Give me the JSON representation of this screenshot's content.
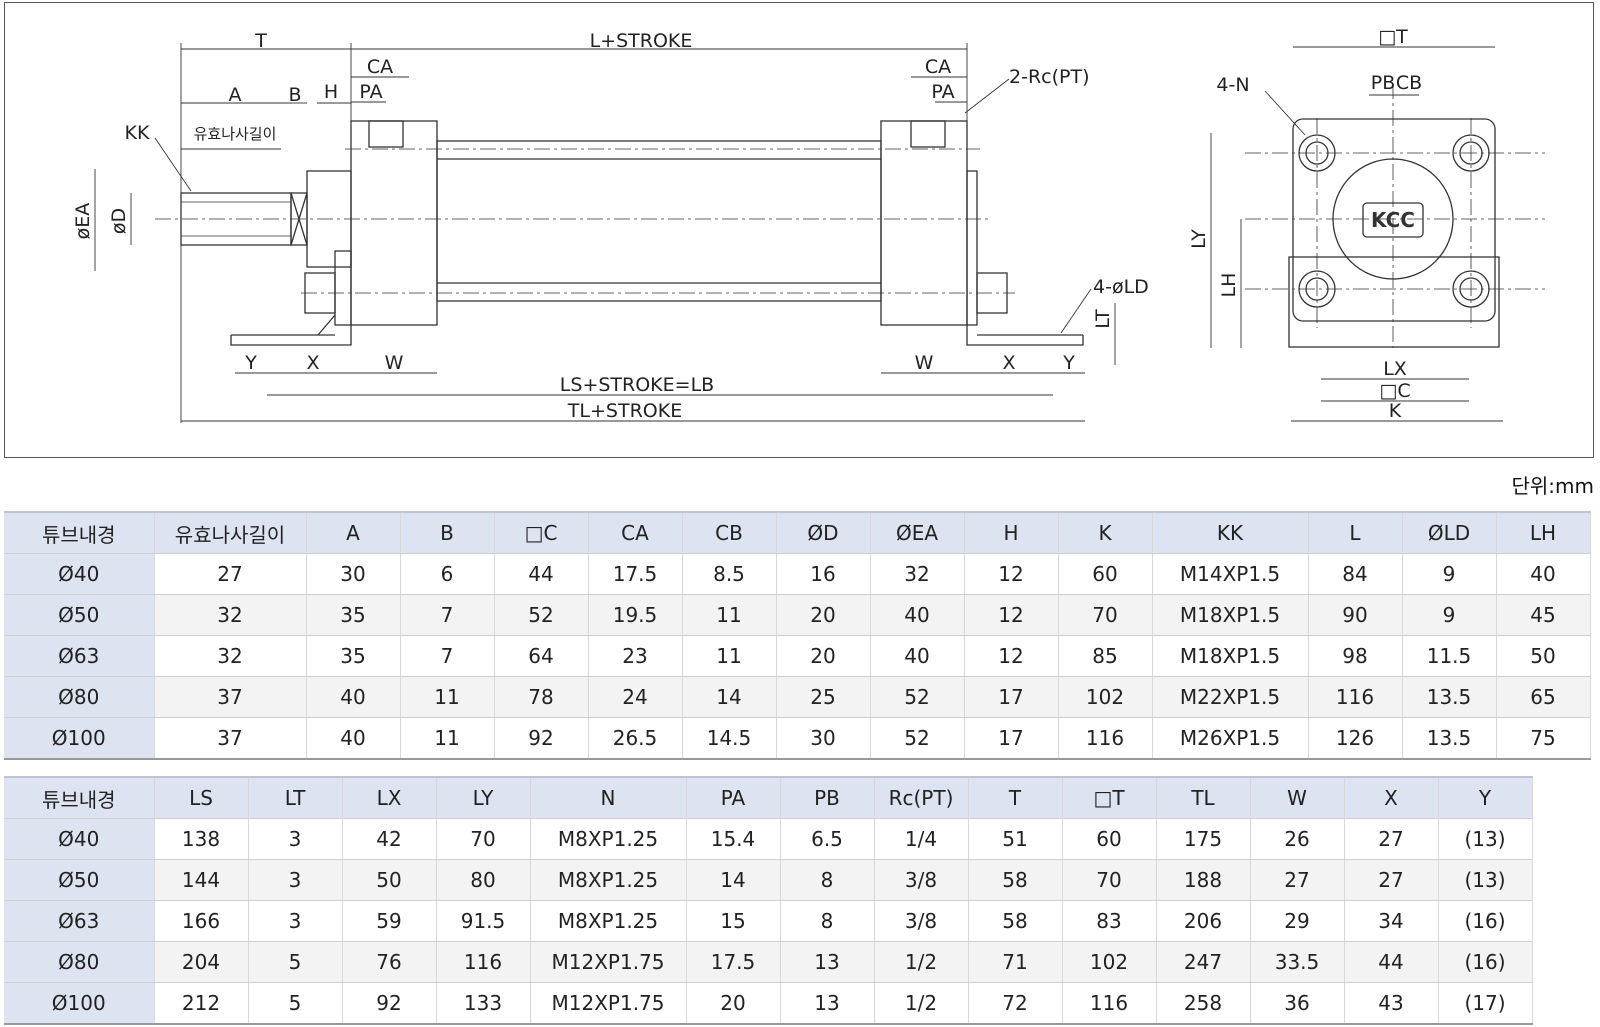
{
  "drawing": {
    "labels": {
      "T": "T",
      "L_stroke": "L+STROKE",
      "CA": "CA",
      "PA": "PA",
      "A": "A",
      "B": "B",
      "H": "H",
      "KK": "KK",
      "thread_len": "유효나사길이",
      "EA": "øEA",
      "D": "øD",
      "Rc": "2-Rc(PT)",
      "LD": "4-øLD",
      "LT": "LT",
      "Y": "Y",
      "X": "X",
      "W": "W",
      "LB": "LS+STROKE=LB",
      "TL": "TL+STROKE",
      "sqT": "□T",
      "N": "4-N",
      "PB": "PB",
      "CB": "CB",
      "LY": "LY",
      "LH": "LH",
      "LX": "LX",
      "sqC": "□C",
      "K": "K",
      "logo": "KCC"
    }
  },
  "unit_label": "단위:mm",
  "table1": {
    "headers": [
      "튜브내경",
      "유효나사길이",
      "A",
      "B",
      "□C",
      "CA",
      "CB",
      "ØD",
      "ØEA",
      "H",
      "K",
      "KK",
      "L",
      "ØLD",
      "LH"
    ],
    "rows": [
      [
        "Ø40",
        "27",
        "30",
        "6",
        "44",
        "17.5",
        "8.5",
        "16",
        "32",
        "12",
        "60",
        "M14XP1.5",
        "84",
        "9",
        "40"
      ],
      [
        "Ø50",
        "32",
        "35",
        "7",
        "52",
        "19.5",
        "11",
        "20",
        "40",
        "12",
        "70",
        "M18XP1.5",
        "90",
        "9",
        "45"
      ],
      [
        "Ø63",
        "32",
        "35",
        "7",
        "64",
        "23",
        "11",
        "20",
        "40",
        "12",
        "85",
        "M18XP1.5",
        "98",
        "11.5",
        "50"
      ],
      [
        "Ø80",
        "37",
        "40",
        "11",
        "78",
        "24",
        "14",
        "25",
        "52",
        "17",
        "102",
        "M22XP1.5",
        "116",
        "13.5",
        "65"
      ],
      [
        "Ø100",
        "37",
        "40",
        "11",
        "92",
        "26.5",
        "14.5",
        "30",
        "52",
        "17",
        "116",
        "M26XP1.5",
        "126",
        "13.5",
        "75"
      ]
    ]
  },
  "table2": {
    "headers": [
      "튜브내경",
      "LS",
      "LT",
      "LX",
      "LY",
      "N",
      "PA",
      "PB",
      "Rc(PT)",
      "T",
      "□T",
      "TL",
      "W",
      "X",
      "Y"
    ],
    "rows": [
      [
        "Ø40",
        "138",
        "3",
        "42",
        "70",
        "M8XP1.25",
        "15.4",
        "6.5",
        "1/4",
        "51",
        "60",
        "175",
        "26",
        "27",
        "(13)"
      ],
      [
        "Ø50",
        "144",
        "3",
        "50",
        "80",
        "M8XP1.25",
        "14",
        "8",
        "3/8",
        "58",
        "70",
        "188",
        "27",
        "27",
        "(13)"
      ],
      [
        "Ø63",
        "166",
        "3",
        "59",
        "91.5",
        "M8XP1.25",
        "15",
        "8",
        "3/8",
        "58",
        "83",
        "206",
        "29",
        "34",
        "(16)"
      ],
      [
        "Ø80",
        "204",
        "5",
        "76",
        "116",
        "M12XP1.75",
        "17.5",
        "13",
        "1/2",
        "71",
        "102",
        "247",
        "33.5",
        "44",
        "(16)"
      ],
      [
        "Ø100",
        "212",
        "5",
        "92",
        "133",
        "M12XP1.75",
        "20",
        "13",
        "1/2",
        "72",
        "116",
        "258",
        "36",
        "43",
        "(17)"
      ]
    ]
  }
}
